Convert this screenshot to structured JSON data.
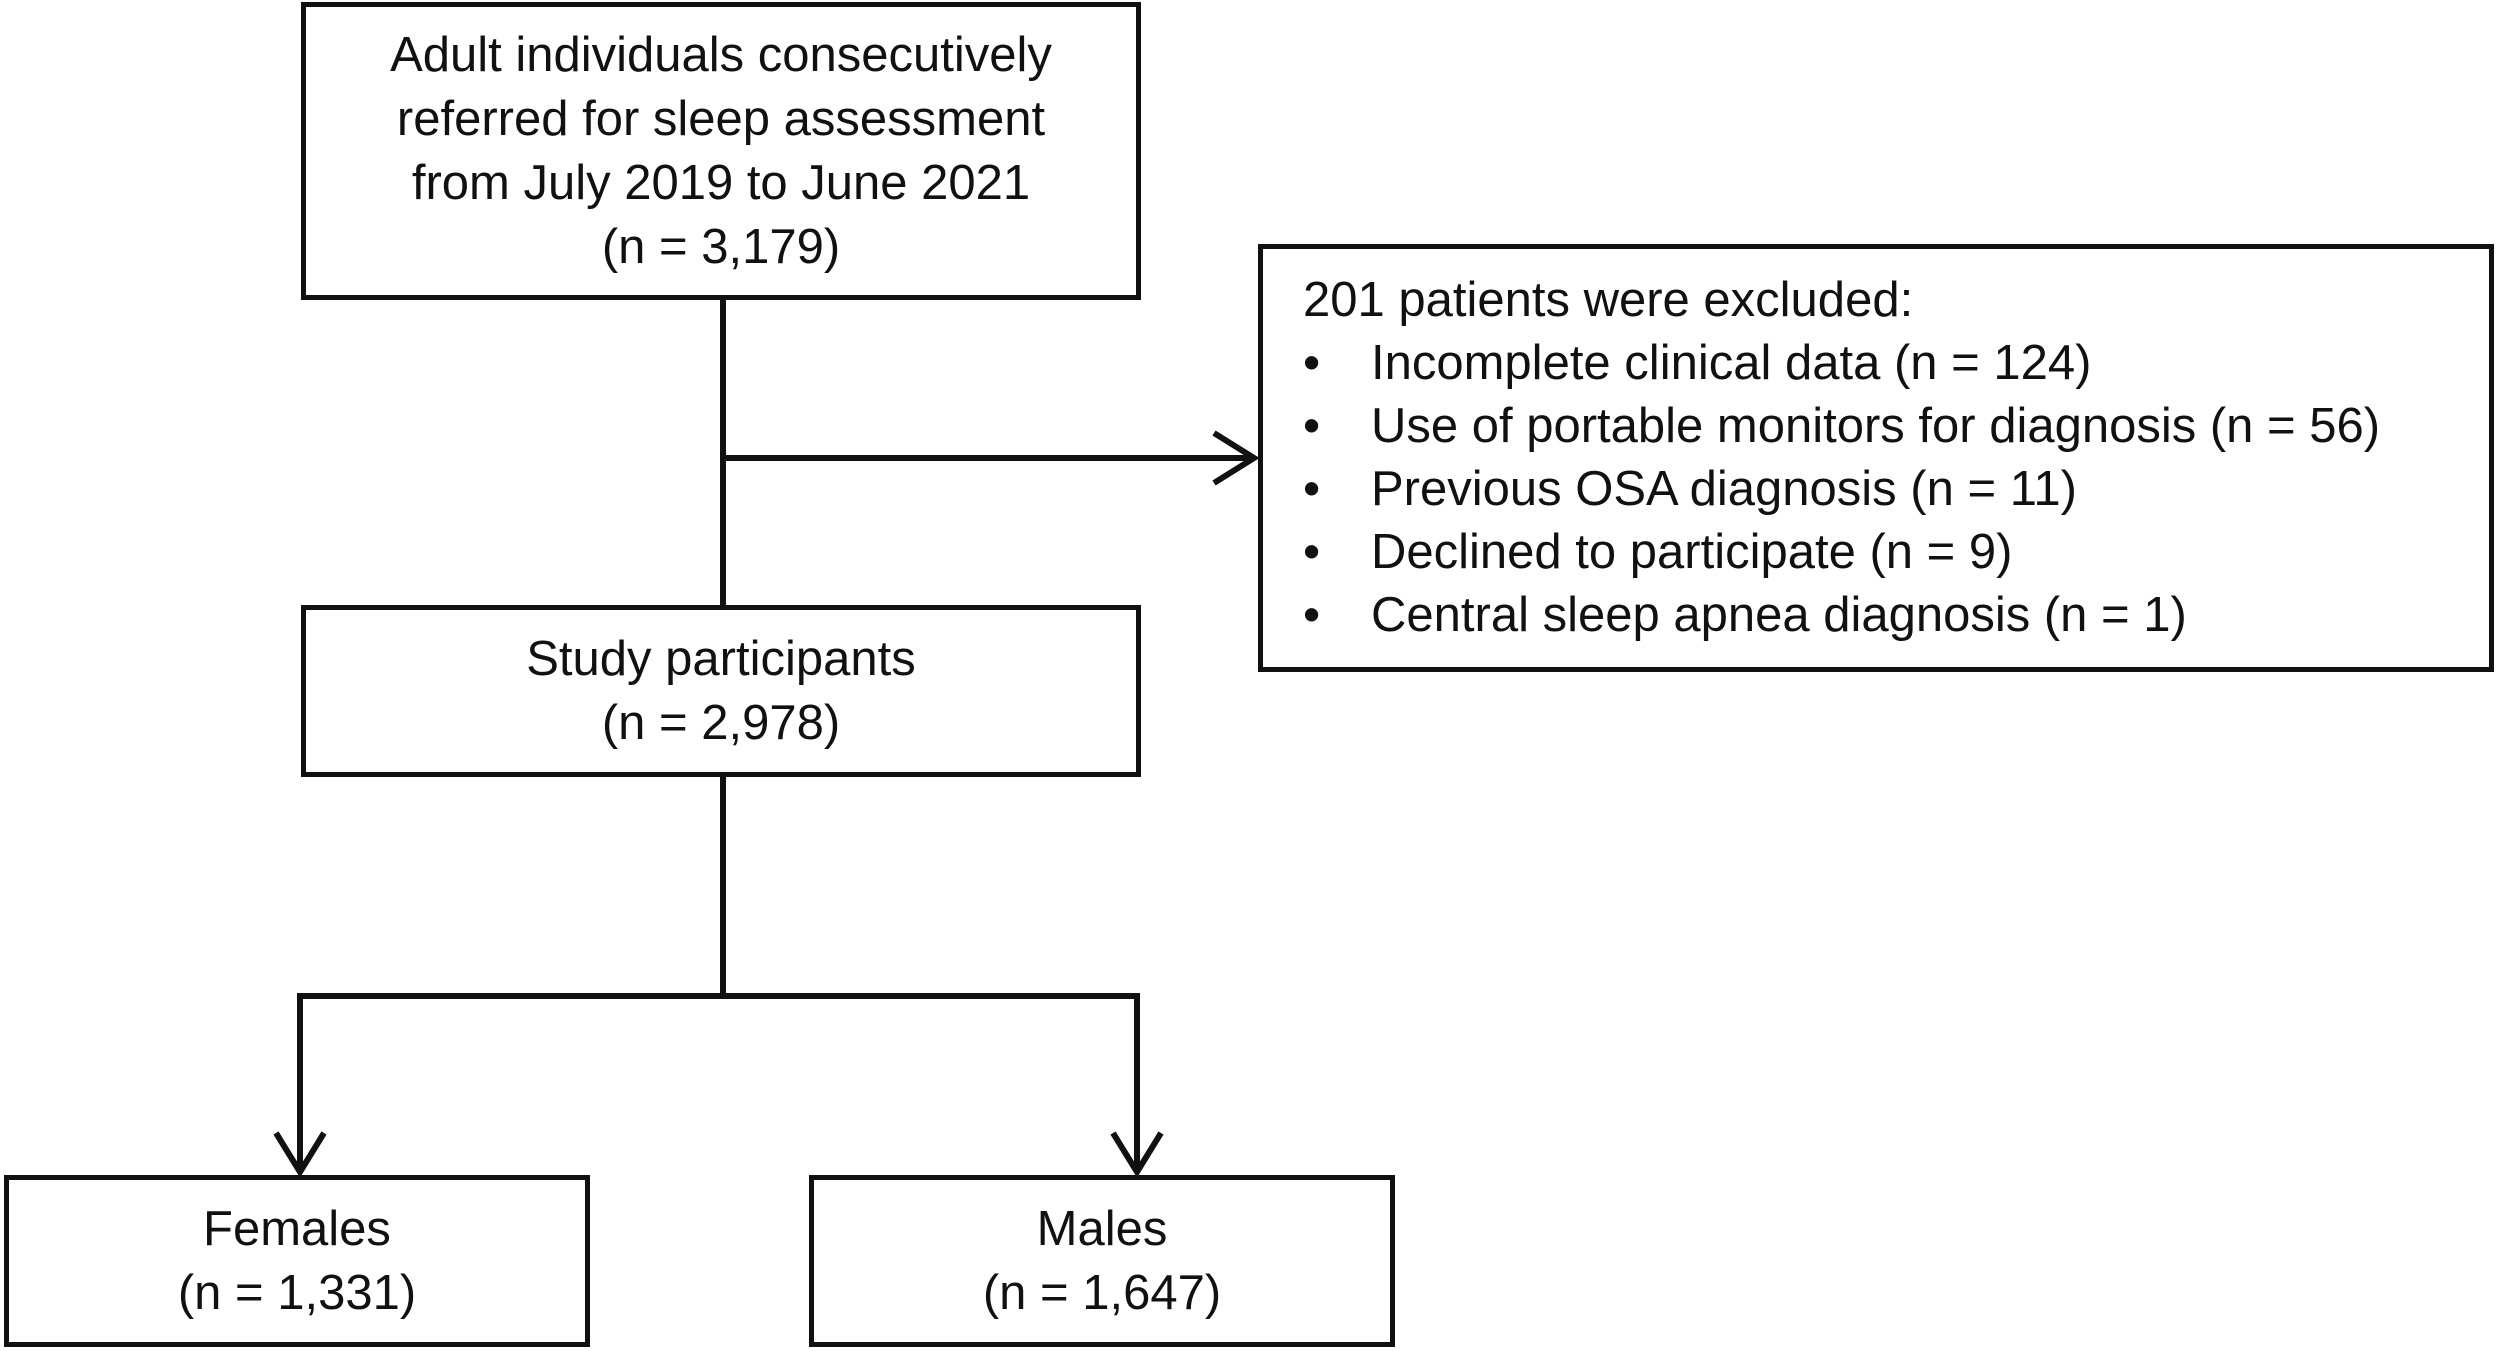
{
  "referred": {
    "lines": [
      "Adult individuals consecutively",
      "referred for sleep assessment",
      "from July 2019 to June 2021",
      "(n = 3,179)"
    ]
  },
  "excluded": {
    "heading": "201 patients were excluded:",
    "bullet": "•",
    "items": [
      "Incomplete clinical data (n = 124)",
      "Use of portable monitors for diagnosis (n = 56)",
      "Previous OSA diagnosis (n = 11)",
      "Declined to participate (n = 9)",
      "Central sleep apnea diagnosis (n = 1)"
    ]
  },
  "participants": {
    "label": "Study participants",
    "count": "(n = 2,978)"
  },
  "females": {
    "label": "Females",
    "count": "(n = 1,331)"
  },
  "males": {
    "label": "Males",
    "count": "(n = 1,647)"
  }
}
